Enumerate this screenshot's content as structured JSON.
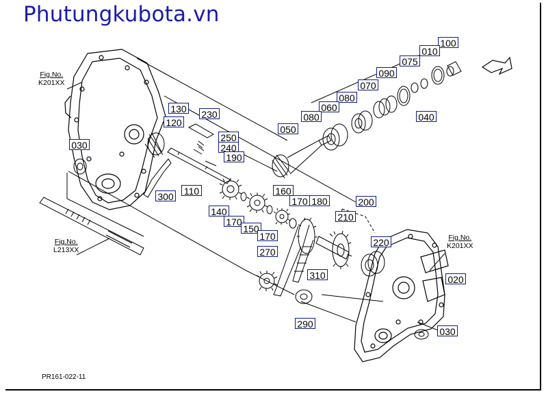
{
  "watermark": "Phutungkubota.vn",
  "diagram_code": "PR161-022-11",
  "fig_refs": [
    {
      "line1": "Fig.No.",
      "line2": "K201XX"
    },
    {
      "line1": "Fig.No.",
      "line2": "K201XX"
    },
    {
      "line1": "Fig.No.",
      "line2": "L213XX"
    }
  ],
  "callouts": {
    "c100": "100",
    "c010": "010",
    "c075": "075",
    "c090": "090",
    "c070": "070",
    "c040": "040",
    "c080a": "080",
    "c060": "060",
    "c080b": "080",
    "c050": "050",
    "c130": "130",
    "c120": "120",
    "c230": "230",
    "c250": "250",
    "c240": "240",
    "c190": "190",
    "c030a": "030",
    "c110": "110",
    "c300": "300",
    "c160": "160",
    "c170a": "170",
    "c180": "180",
    "c200": "200",
    "c140": "140",
    "c170b": "170",
    "c150": "150",
    "c170c": "170",
    "c210": "210",
    "c220": "220",
    "c270": "270",
    "c310": "310",
    "c020": "020",
    "c290": "290",
    "c030b": "030"
  }
}
